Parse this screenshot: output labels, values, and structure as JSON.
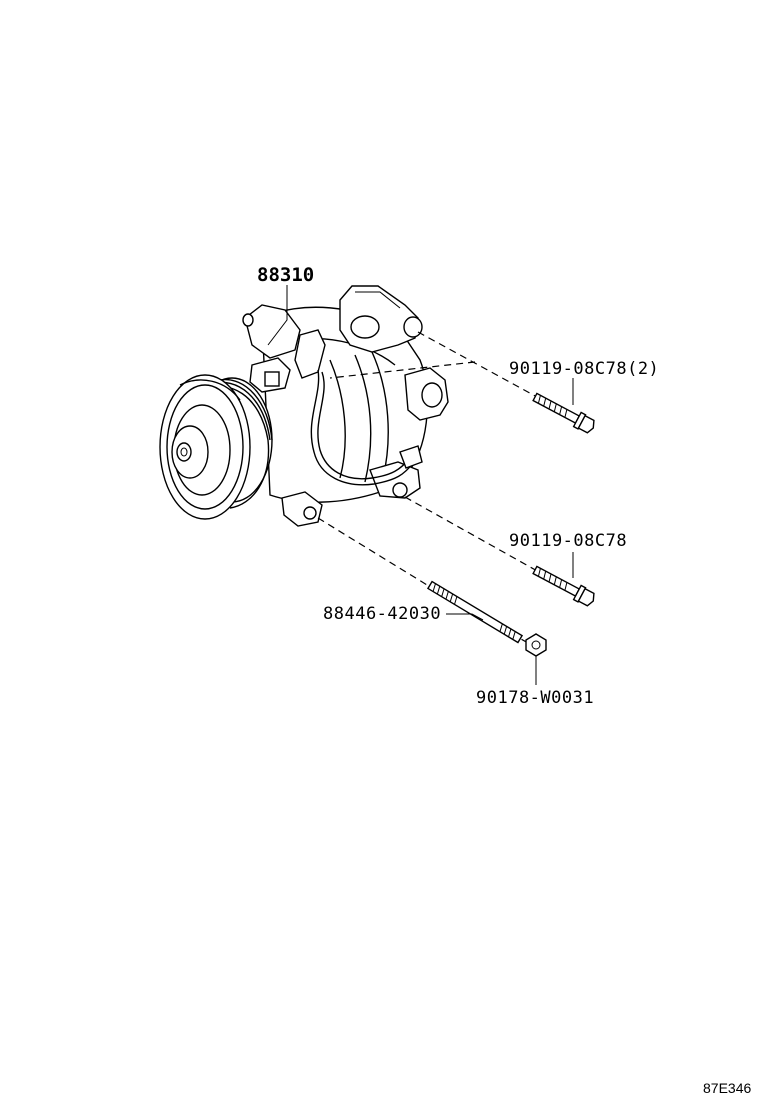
{
  "diagram": {
    "main_part_number": "88310",
    "callouts": [
      {
        "id": "bolt-upper",
        "text": "90119-08C78(2)"
      },
      {
        "id": "bolt-lower",
        "text": "90119-08C78"
      },
      {
        "id": "stud-bolt",
        "text": "88446-42030"
      },
      {
        "id": "nut",
        "text": "90178-W0031"
      }
    ],
    "figure_code": "87E346"
  }
}
